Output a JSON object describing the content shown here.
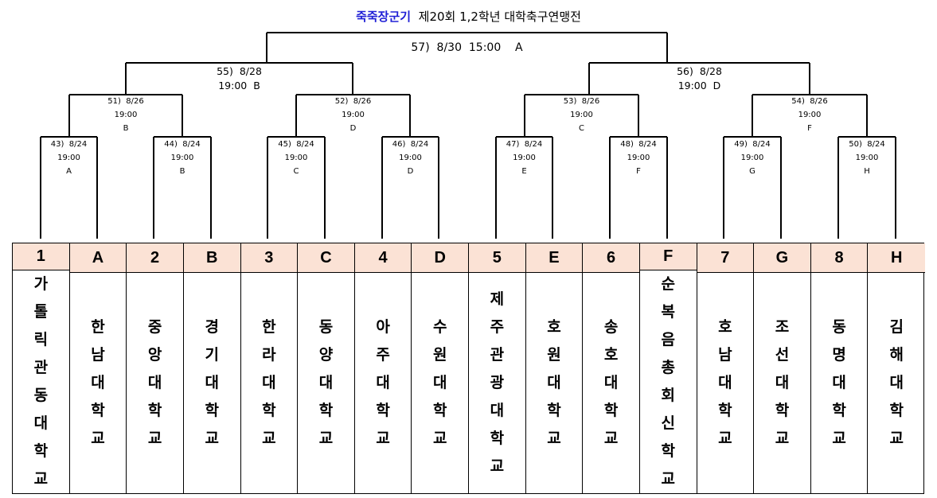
{
  "title": {
    "brand": "죽죽장군기",
    "rest": "제20회 1,2학년 대학축구연맹전"
  },
  "matches": [
    {
      "id": "m43",
      "lines": [
        "43)  8/24",
        "19:00",
        "A"
      ]
    },
    {
      "id": "m44",
      "lines": [
        "44)  8/24",
        "19:00",
        "B"
      ]
    },
    {
      "id": "m45",
      "lines": [
        "45)  8/24",
        "19:00",
        "C"
      ]
    },
    {
      "id": "m46",
      "lines": [
        "46)  8/24",
        "19:00",
        "D"
      ]
    },
    {
      "id": "m47",
      "lines": [
        "47)  8/24",
        "19:00",
        "E"
      ]
    },
    {
      "id": "m48",
      "lines": [
        "48)  8/24",
        "19:00",
        "F"
      ]
    },
    {
      "id": "m49",
      "lines": [
        "49)  8/24",
        "19:00",
        "G"
      ]
    },
    {
      "id": "m50",
      "lines": [
        "50)  8/24",
        "19:00",
        "H"
      ]
    },
    {
      "id": "m51",
      "lines": [
        "51)  8/26",
        "19:00",
        "B"
      ]
    },
    {
      "id": "m52",
      "lines": [
        "52)  8/26",
        "19:00",
        "D"
      ]
    },
    {
      "id": "m53",
      "lines": [
        "53)  8/26",
        "19:00",
        "C"
      ]
    },
    {
      "id": "m54",
      "lines": [
        "54)  8/26",
        "19:00",
        "F"
      ]
    },
    {
      "id": "m55",
      "lines": [
        "55)  8/28",
        "19:00  B"
      ]
    },
    {
      "id": "m56",
      "lines": [
        "56)  8/28",
        "19:00  D"
      ]
    },
    {
      "id": "m57",
      "lines": [
        "57)  8/30  15:00    A"
      ]
    }
  ],
  "slots": [
    {
      "label": "1",
      "team": "가톨릭관동대학교"
    },
    {
      "label": "A",
      "team": "한남대학교"
    },
    {
      "label": "2",
      "team": "중앙대학교"
    },
    {
      "label": "B",
      "team": "경기대학교"
    },
    {
      "label": "3",
      "team": "한라대학교"
    },
    {
      "label": "C",
      "team": "동양대학교"
    },
    {
      "label": "4",
      "team": "아주대학교"
    },
    {
      "label": "D",
      "team": "수원대학교"
    },
    {
      "label": "5",
      "team": "제주관광대학교"
    },
    {
      "label": "E",
      "team": "호원대학교"
    },
    {
      "label": "6",
      "team": "송호대학교"
    },
    {
      "label": "F",
      "team": "순복음총회신학교"
    },
    {
      "label": "7",
      "team": "호남대학교"
    },
    {
      "label": "G",
      "team": "조선대학교"
    },
    {
      "label": "8",
      "team": "동명대학교"
    },
    {
      "label": "H",
      "team": "김해대학교"
    }
  ]
}
